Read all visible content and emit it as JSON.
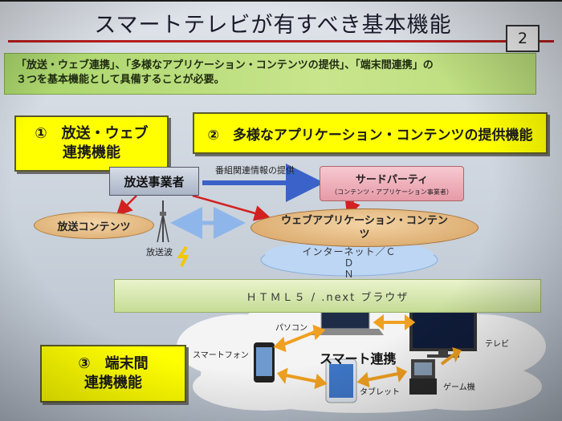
{
  "slide": {
    "title": "スマートテレビが有すべき基本機能",
    "page_number": "2",
    "summary_line1": "「放送・ウェブ連携」、「多様なアプリケーション・コンテンツの提供」、「端末間連携」の",
    "summary_line2": "３つを基本機能として具備することが必要。",
    "box1": "①　放送・ウェブ\n連携機能",
    "box2": "②　多様なアプリケーション・コンテンツの提供機能",
    "box3": "③　端末間\n連携機能",
    "broadcaster": "放送事業者",
    "info_label": "番組関連情報の提供",
    "third_party": "サードパーティ",
    "third_party_sub": "（コンテンツ・アプリケーション事業者）",
    "broadcast_content": "放送コンテンツ",
    "broadcast_wave": "放送波",
    "web_content": "ウェブアプリケーション・コンテン\nツ",
    "internet": "インターネット／ＣＤ\nＮ",
    "browser": "ＨＴＭＬ５ / .next ブラウザ",
    "smart_link": "スマート連携",
    "devices": {
      "pc": "パソコン",
      "smartphone": "スマートフォン",
      "tablet": "タブレット",
      "tv": "テレビ",
      "game": "ゲーム機"
    },
    "colors": {
      "title_rule": "#b51d1d",
      "summary_bg": "#a8d46a",
      "yellow_box": "#ffff00",
      "blue_arrow": "#3a62c8",
      "red_arrow": "#d32020",
      "orange_arrow": "#f0a020"
    }
  }
}
